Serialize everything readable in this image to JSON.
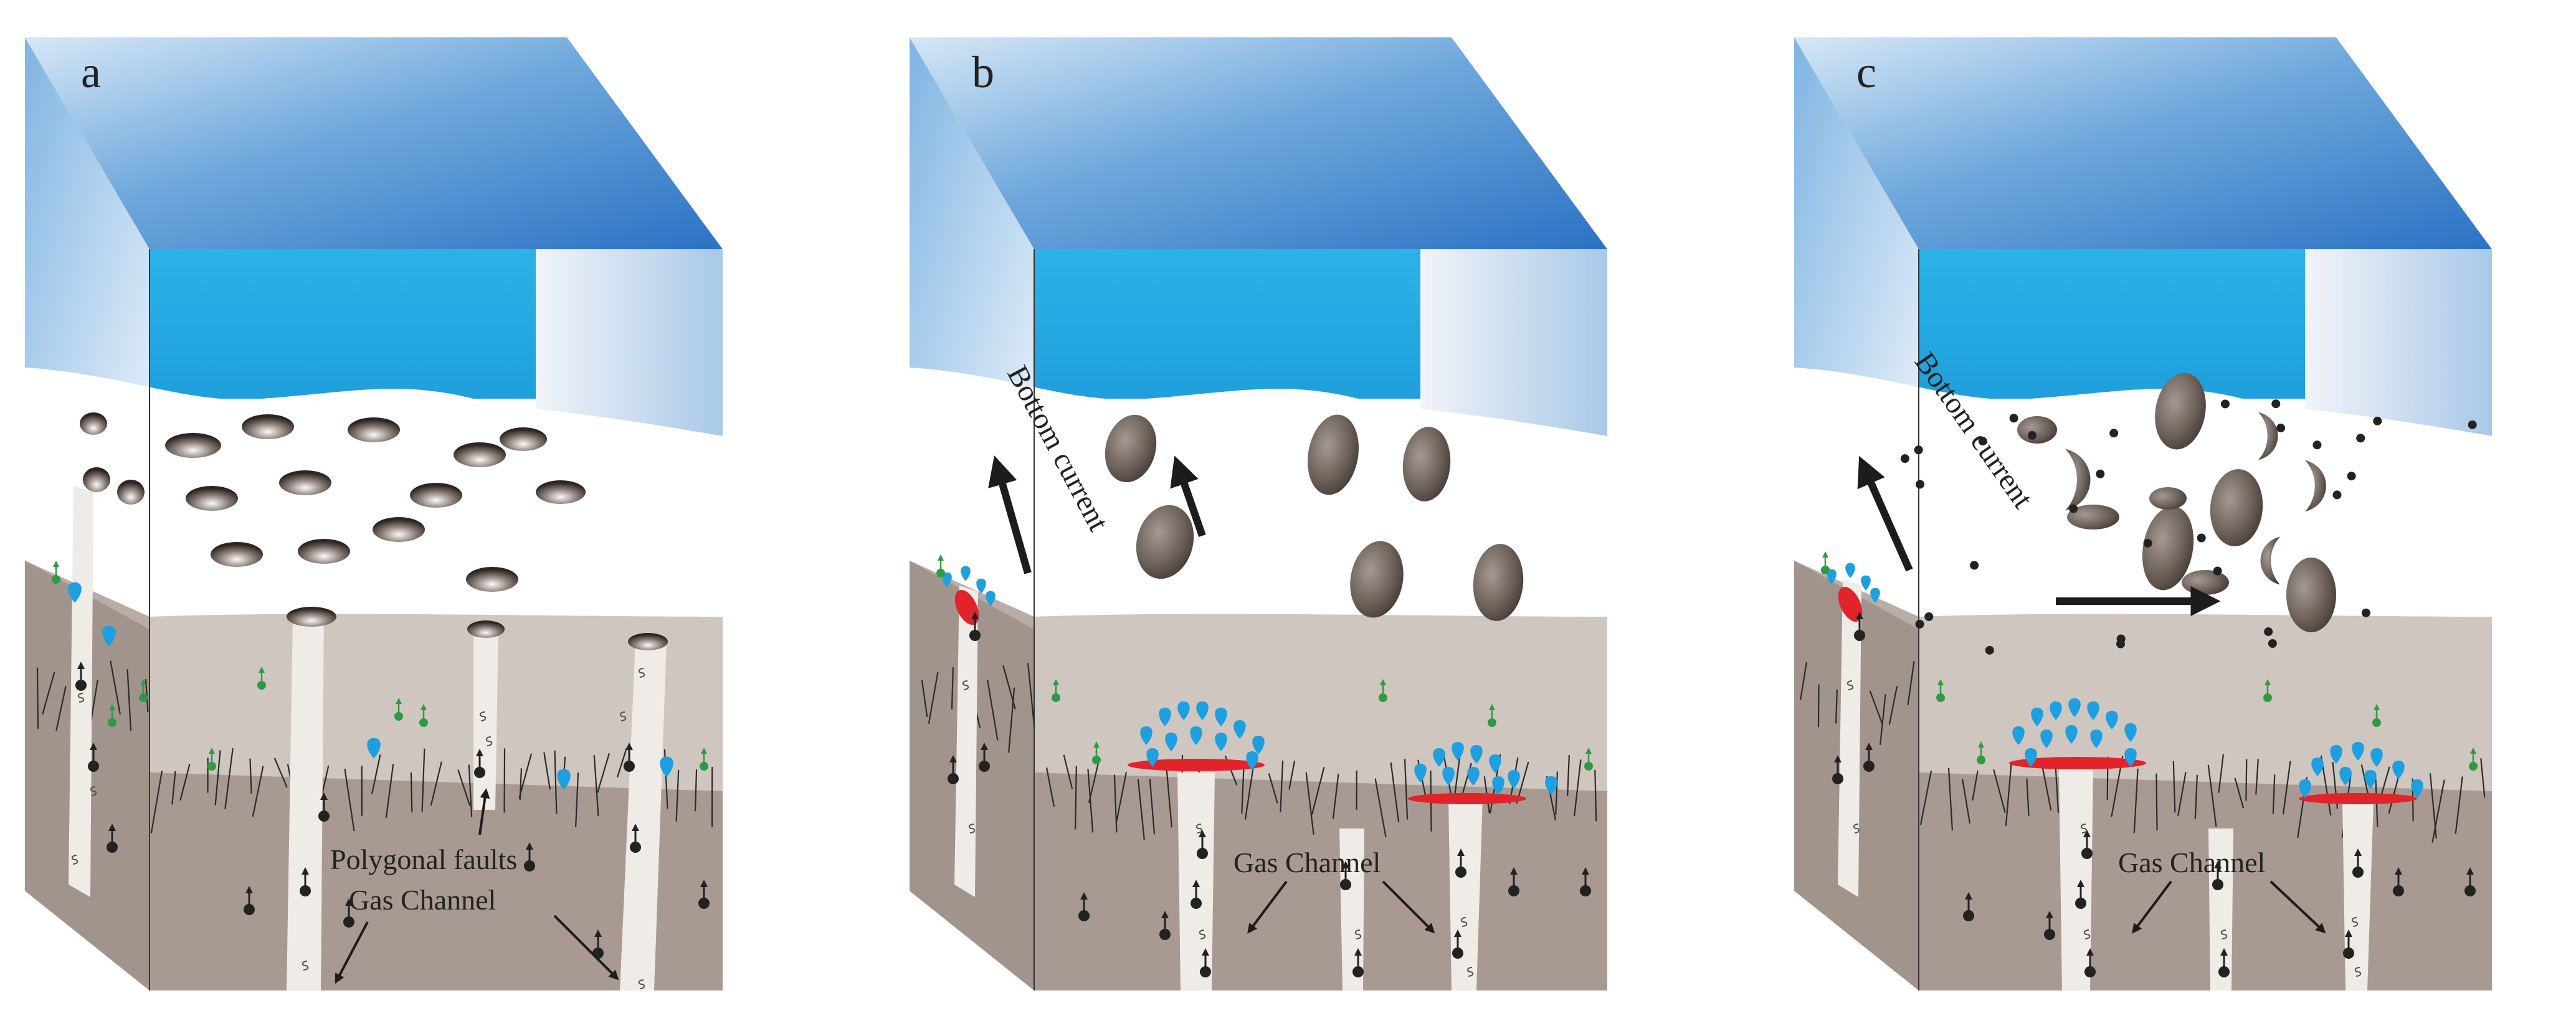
{
  "panels": [
    {
      "label": "a",
      "annotations": [
        "Polygonal faults",
        "Gas  Channel"
      ],
      "current_label": ""
    },
    {
      "label": "b",
      "annotations": [
        "Gas  Channel"
      ],
      "current_label": "Bottom current"
    },
    {
      "label": "c",
      "annotations": [
        "Gas  Channel"
      ],
      "current_label": "Bottom current"
    }
  ],
  "colors": {
    "water_top_light": "#c9def2",
    "water_top_dark": "#2f7fcf",
    "water_front": "#2db8ea",
    "seafloor": "#ffffff",
    "upper_sediment": "#cfc6c0",
    "lower_sediment": "#a89a92",
    "side_sediment": "#b9aea7",
    "gas_channel": "#efebe7",
    "hydrate_red": "#e0242a",
    "fluid_blue": "#1e9fe0",
    "fluid_green": "#2e9a44",
    "gas_black": "#222222"
  }
}
